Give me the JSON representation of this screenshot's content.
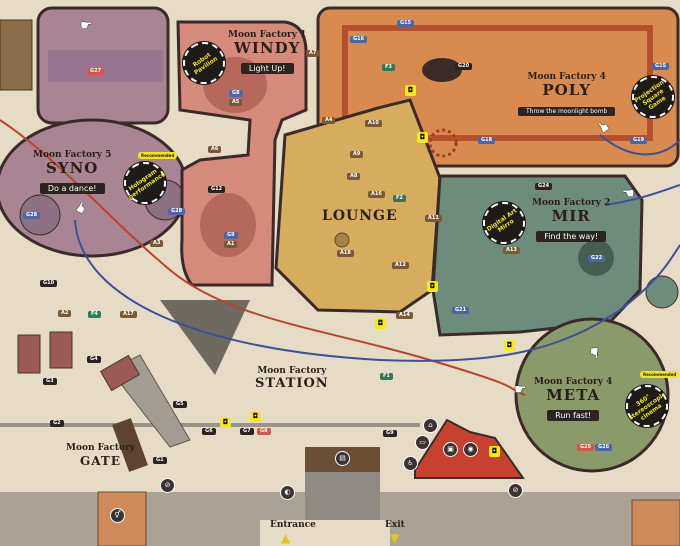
{
  "areas": {
    "windy": {
      "factory": "Moon Factory 1",
      "name": "WINDY",
      "slogan": "Light Up!",
      "badge": "Robot Pavilion"
    },
    "syno": {
      "factory": "Moon Factory 5",
      "name": "SYNO",
      "slogan": "Do a dance!",
      "badge": "Hologram performance",
      "ribbon": "Recommended"
    },
    "poly": {
      "factory": "Moon Factory 4",
      "name": "POLY",
      "slogan": "Throw the moonlight bomb",
      "badge": "Projection Square Game"
    },
    "mir": {
      "factory": "Moon Factory 2",
      "name": "MIR",
      "slogan": "Find the way!",
      "badge": "Digital Art Mirro"
    },
    "meta": {
      "factory": "Moon Factory 4",
      "name": "META",
      "slogan": "Run fast!",
      "badge": "360° stereoscopic cinema",
      "ribbon": "Recommended"
    },
    "lounge": {
      "name": "LOUNGE"
    },
    "station": {
      "factory": "Moon Factory",
      "name": "STATION"
    },
    "gate": {
      "factory": "Moon Factory",
      "name": "GATE"
    }
  },
  "wayfinding": {
    "entrance": "Entrance",
    "exit": "Exit"
  },
  "chips": {
    "g27": "G27",
    "g8": "G8",
    "a5": "A5",
    "a7": "A7",
    "g12": "G12",
    "a6": "A6",
    "g9": "G9",
    "a1": "A1",
    "a3": "A3",
    "g28a": "G28",
    "g28b": "G28",
    "a4": "A4",
    "a10": "A10",
    "a9": "A9",
    "a8": "A8",
    "a16": "A16",
    "a12": "A12",
    "a18": "A18",
    "a11": "A11",
    "f2": "F2",
    "f3": "F3",
    "g20": "G20",
    "g15a": "G15",
    "g15b": "G15",
    "g16": "G16",
    "g18": "G18",
    "g19": "G19",
    "g24": "G24",
    "g21": "G21",
    "g22": "G22",
    "a13": "A13",
    "g25": "G25",
    "g26": "G26",
    "g10": "G10",
    "g4": "G4",
    "g3": "G3",
    "g2": "G2",
    "g5": "G5",
    "g6": "G6",
    "g7": "G7",
    "g8r": "G8",
    "g1": "G1",
    "g9b": "G9",
    "a2": "A2",
    "f4": "F4",
    "a17": "A17",
    "f1": "F1",
    "a14": "A14"
  },
  "colors": {
    "syno": "#a98593",
    "windy": "#d58a7c",
    "poly": "#d98b4f",
    "lounge": "#d6ad5f",
    "mir": "#6e8c7c",
    "meta": "#8b9a6a",
    "route_red": "#b6452e",
    "route_blue": "#3e4f9a"
  }
}
